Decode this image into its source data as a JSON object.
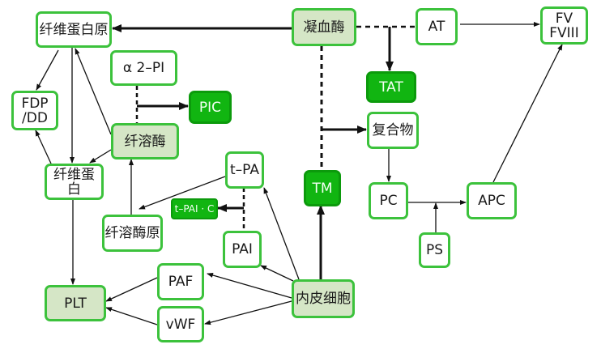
{
  "colors": {
    "border": "#3cc23c",
    "light_fill": "#d5e6c6",
    "dark_fill": "#11b511",
    "line": "#111111"
  },
  "nodes": {
    "fibrinogen": {
      "label": "纤维蛋白原",
      "style": "plain"
    },
    "thrombin": {
      "label": "凝血酶",
      "style": "light"
    },
    "at": {
      "label": "AT",
      "style": "plain"
    },
    "fv_fviii": {
      "label": "FV\nFVIII",
      "style": "plain"
    },
    "a2pi": {
      "label": "α 2–PI",
      "style": "plain"
    },
    "pic": {
      "label": "PIC",
      "style": "dark"
    },
    "tat": {
      "label": "TAT",
      "style": "dark"
    },
    "fdp_dd": {
      "label": "FDP\n/DD",
      "style": "plain"
    },
    "plasmin": {
      "label": "纤溶酶",
      "style": "light"
    },
    "complex": {
      "label": "复合物",
      "style": "plain"
    },
    "fibrin": {
      "label": "纤维蛋白",
      "style": "plain"
    },
    "tpa": {
      "label": "t–PA",
      "style": "plain"
    },
    "tm": {
      "label": "TM",
      "style": "dark"
    },
    "pc": {
      "label": "PC",
      "style": "plain"
    },
    "apc": {
      "label": "APC",
      "style": "plain"
    },
    "tpaic": {
      "label": "t–PAI · C",
      "style": "dark"
    },
    "plasminogen": {
      "label": "纤溶酶原",
      "style": "plain"
    },
    "pai": {
      "label": "PAI",
      "style": "plain"
    },
    "ps": {
      "label": "PS",
      "style": "plain"
    },
    "paf": {
      "label": "PAF",
      "style": "plain"
    },
    "plt": {
      "label": "PLT",
      "style": "light"
    },
    "endothelial": {
      "label": "内皮细胞",
      "style": "light"
    },
    "vwf": {
      "label": "vWF",
      "style": "plain"
    }
  },
  "edges": [
    {
      "from": "thrombin",
      "to": "fibrinogen",
      "type": "thick-arrow"
    },
    {
      "from": "thrombin",
      "to": "at",
      "type": "dashed"
    },
    {
      "from": "thrombin-at-junction",
      "to": "tat",
      "type": "thick-arrow"
    },
    {
      "from": "at",
      "to": "fv_fviii",
      "type": "arrow"
    },
    {
      "from": "thrombin",
      "to": "tm",
      "type": "dashed"
    },
    {
      "from": "thrombin-tm-junction",
      "to": "complex",
      "type": "thick-arrow"
    },
    {
      "from": "complex",
      "to": "pc",
      "type": "arrow"
    },
    {
      "from": "pc",
      "to": "apc",
      "type": "arrow"
    },
    {
      "from": "ps",
      "to": "pc-apc-junction",
      "type": "arrow"
    },
    {
      "from": "apc",
      "to": "fv_fviii",
      "type": "arrow"
    },
    {
      "from": "endothelial",
      "to": "tm",
      "type": "thick-arrow"
    },
    {
      "from": "endothelial",
      "to": "tpa",
      "type": "arrow"
    },
    {
      "from": "endothelial",
      "to": "pai",
      "type": "arrow"
    },
    {
      "from": "endothelial",
      "to": "paf",
      "type": "arrow"
    },
    {
      "from": "endothelial",
      "to": "vwf",
      "type": "arrow"
    },
    {
      "from": "paf",
      "to": "plt",
      "type": "arrow"
    },
    {
      "from": "vwf",
      "to": "plt",
      "type": "arrow"
    },
    {
      "from": "tpa",
      "to": "pai",
      "type": "dashed"
    },
    {
      "from": "tpa-pai-junction",
      "to": "tpaic",
      "type": "thick-arrow"
    },
    {
      "from": "tpa",
      "to": "plasminogen",
      "type": "arrow"
    },
    {
      "from": "plasminogen",
      "to": "plasmin",
      "type": "arrow"
    },
    {
      "from": "a2pi",
      "to": "plasmin",
      "type": "dashed"
    },
    {
      "from": "a2pi-plasmin-junction",
      "to": "pic",
      "type": "thick-arrow"
    },
    {
      "from": "plasmin",
      "to": "fibrinogen",
      "type": "arrow"
    },
    {
      "from": "plasmin",
      "to": "fibrin",
      "type": "arrow"
    },
    {
      "from": "fibrinogen",
      "to": "fibrin",
      "type": "arrow"
    },
    {
      "from": "fibrinogen",
      "to": "fdp_dd",
      "type": "arrow"
    },
    {
      "from": "fibrin",
      "to": "fdp_dd",
      "type": "arrow"
    },
    {
      "from": "fibrin",
      "to": "plt",
      "type": "arrow"
    }
  ]
}
